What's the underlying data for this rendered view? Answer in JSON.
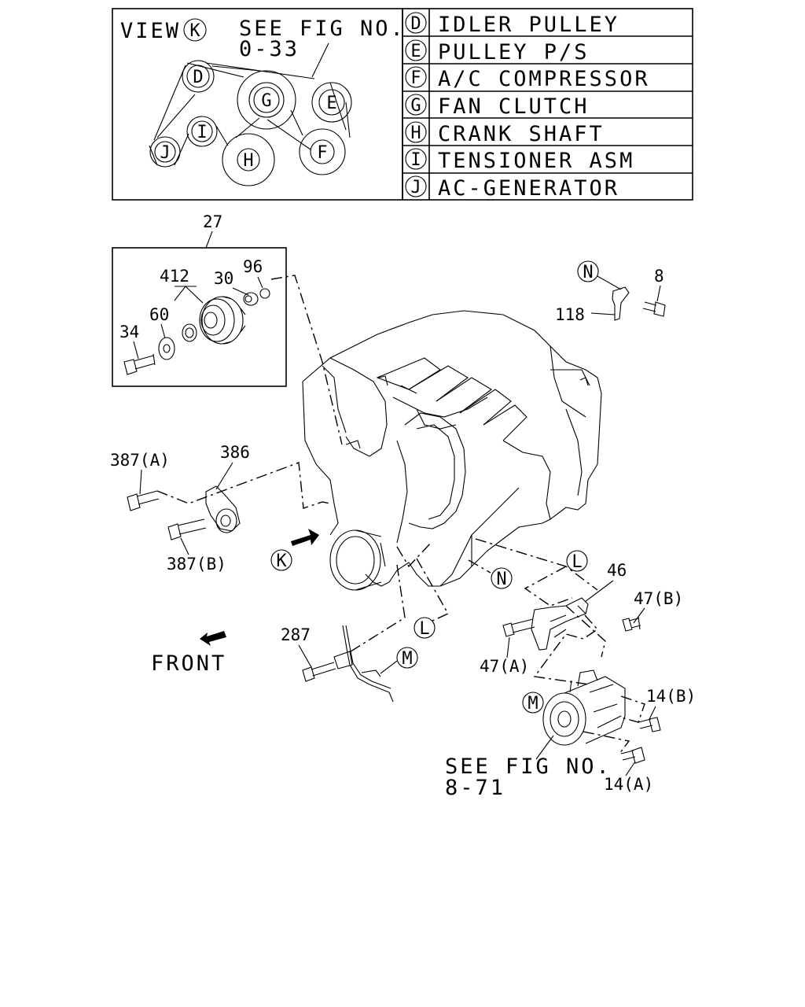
{
  "view_box": {
    "view_label": "VIEW",
    "view_marker": "K",
    "see_fig_line1": "SEE FIG NO.",
    "see_fig_line2": "0-33",
    "pulleys": [
      "D",
      "E",
      "F",
      "G",
      "H",
      "I",
      "J"
    ]
  },
  "legend": [
    {
      "letter": "D",
      "name": "IDLER PULLEY"
    },
    {
      "letter": "E",
      "name": "PULLEY P/S"
    },
    {
      "letter": "F",
      "name": "A/C COMPRESSOR"
    },
    {
      "letter": "G",
      "name": "FAN CLUTCH"
    },
    {
      "letter": "H",
      "name": "CRANK SHAFT"
    },
    {
      "letter": "I",
      "name": "TENSIONER ASM"
    },
    {
      "letter": "J",
      "name": "AC-GENERATOR"
    }
  ],
  "parts": {
    "p27": "27",
    "p412": "412",
    "p30": "30",
    "p96": "96",
    "p60": "60",
    "p34": "34",
    "p8": "8",
    "p118": "118",
    "p386": "386",
    "p387a": "387(A)",
    "p387b": "387(B)",
    "p46": "46",
    "p47b": "47(B)",
    "p47a": "47(A)",
    "p287": "287",
    "p14b": "14(B)",
    "p14a": "14(A)"
  },
  "markers": {
    "K": "K",
    "N1": "N",
    "N2": "N",
    "L1": "L",
    "L2": "L",
    "M1": "M",
    "M2": "M"
  },
  "front_label": "FRONT",
  "see_fig_bottom_line1": "SEE FIG NO.",
  "see_fig_bottom_line2": "8-71"
}
